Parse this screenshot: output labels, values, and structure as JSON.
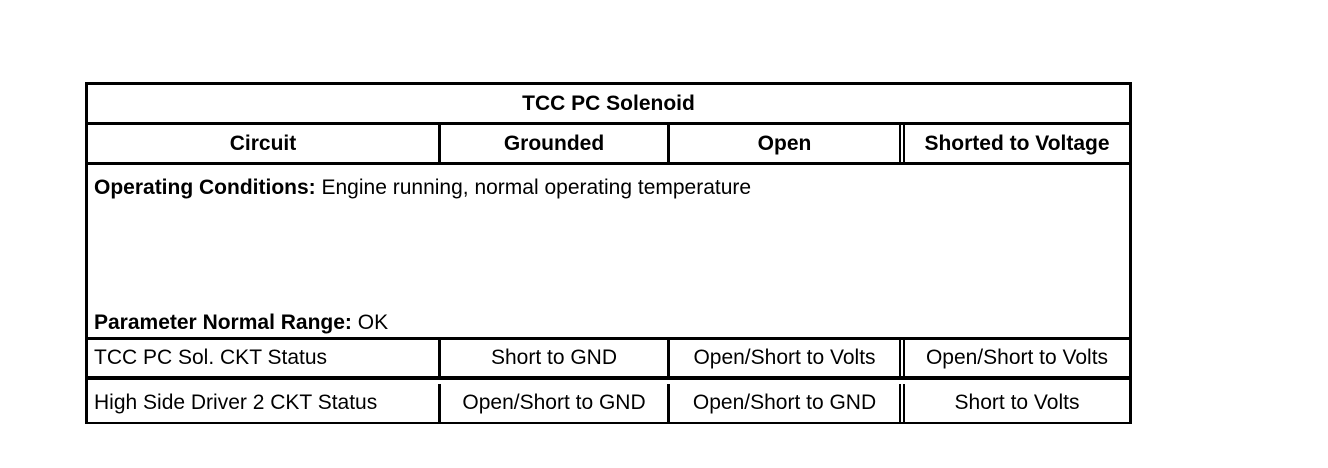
{
  "table": {
    "title": "TCC PC Solenoid",
    "headers": [
      "Circuit",
      "Grounded",
      "Open",
      "Shorted to Voltage"
    ],
    "operating_conditions": {
      "label": "Operating Conditions:",
      "value": " Engine running, normal operating temperature"
    },
    "parameter_range": {
      "label": "Parameter Normal Range:",
      "value": " OK"
    },
    "rows": [
      [
        "TCC PC Sol. CKT Status",
        "Short to GND",
        "Open/Short to Volts",
        "Open/Short to Volts"
      ],
      [
        "High Side Driver 2 CKT Status",
        "Open/Short to GND",
        "Open/Short to GND",
        "Short to Volts"
      ]
    ]
  }
}
